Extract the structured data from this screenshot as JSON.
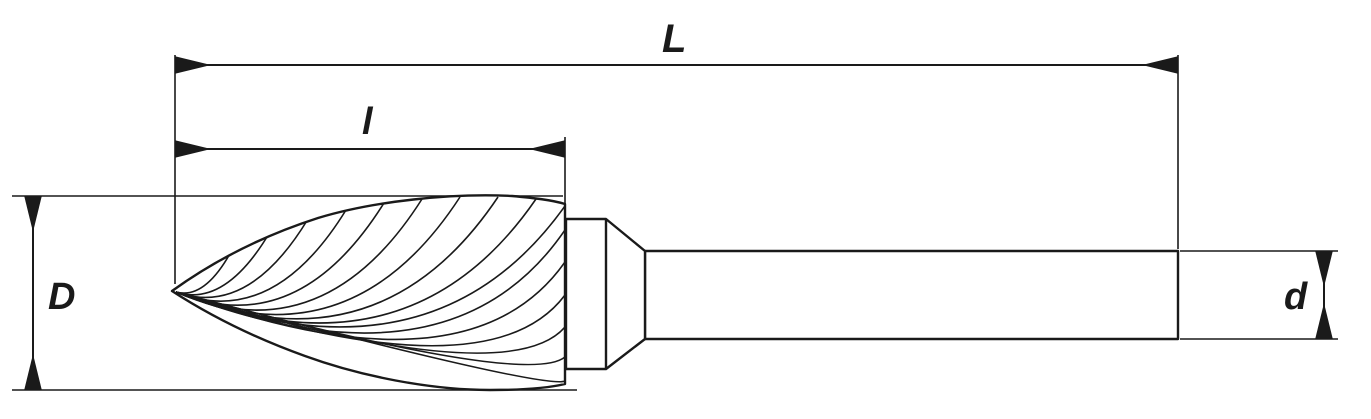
{
  "diagram": {
    "labels": {
      "total_length": "L",
      "cut_length": "l",
      "head_diameter": "D",
      "shank_diameter": "d"
    },
    "colors": {
      "line": "#1a1a1a",
      "background": "#ffffff"
    }
  }
}
